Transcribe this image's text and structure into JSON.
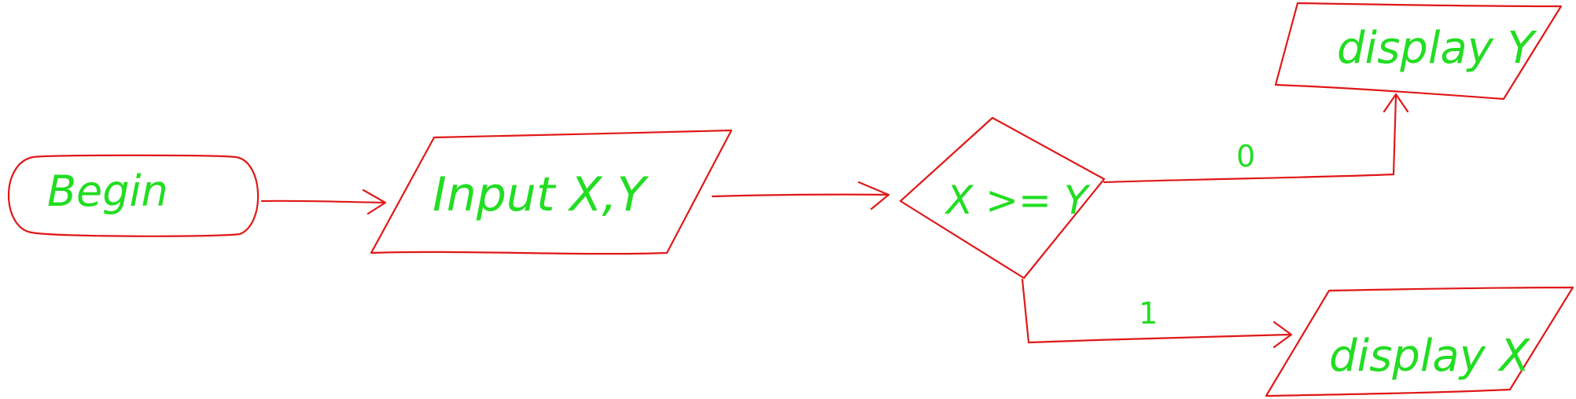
{
  "diagram": {
    "nodes": {
      "begin": {
        "label": "Begin"
      },
      "input": {
        "label": "Input X,Y"
      },
      "decision": {
        "label": "X >= Y"
      },
      "display_y": {
        "label": "display Y"
      },
      "display_x": {
        "label": "display X"
      }
    },
    "edges": {
      "no_label": "0",
      "yes_label": "1"
    },
    "colors": {
      "outline": "#e01818",
      "text": "#22dd22",
      "background": "#ffffff"
    }
  }
}
